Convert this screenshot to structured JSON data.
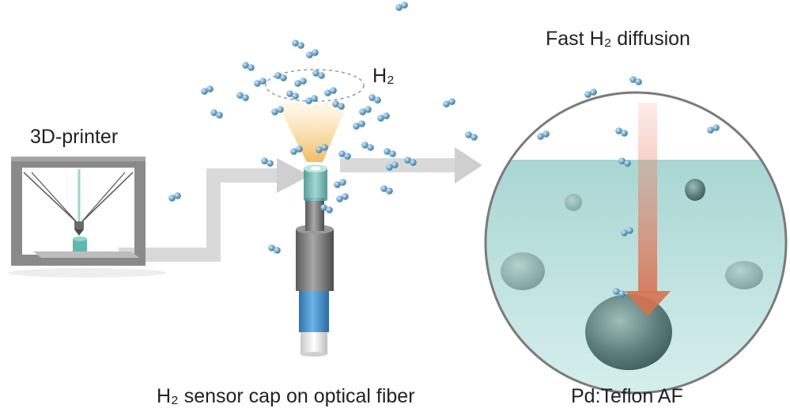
{
  "labels": {
    "printer": "3D-printer",
    "gas": "H₂",
    "diffusion": "Fast H₂ diffusion",
    "sensor": "H₂ sensor cap on optical fiber",
    "material": "Pd:Teflon AF"
  },
  "colors": {
    "frame": "#8a8a8a",
    "arrow": "#d9d9d9",
    "molecule": "#6fa8cc",
    "water": "#bfe2e0",
    "particle": "#5e807d",
    "diffusion_arrow": "#e07a5f",
    "cone": "#f5c878",
    "fiber_blue": "#3f8fcf",
    "fiber_gray": "#7b7b7b"
  }
}
